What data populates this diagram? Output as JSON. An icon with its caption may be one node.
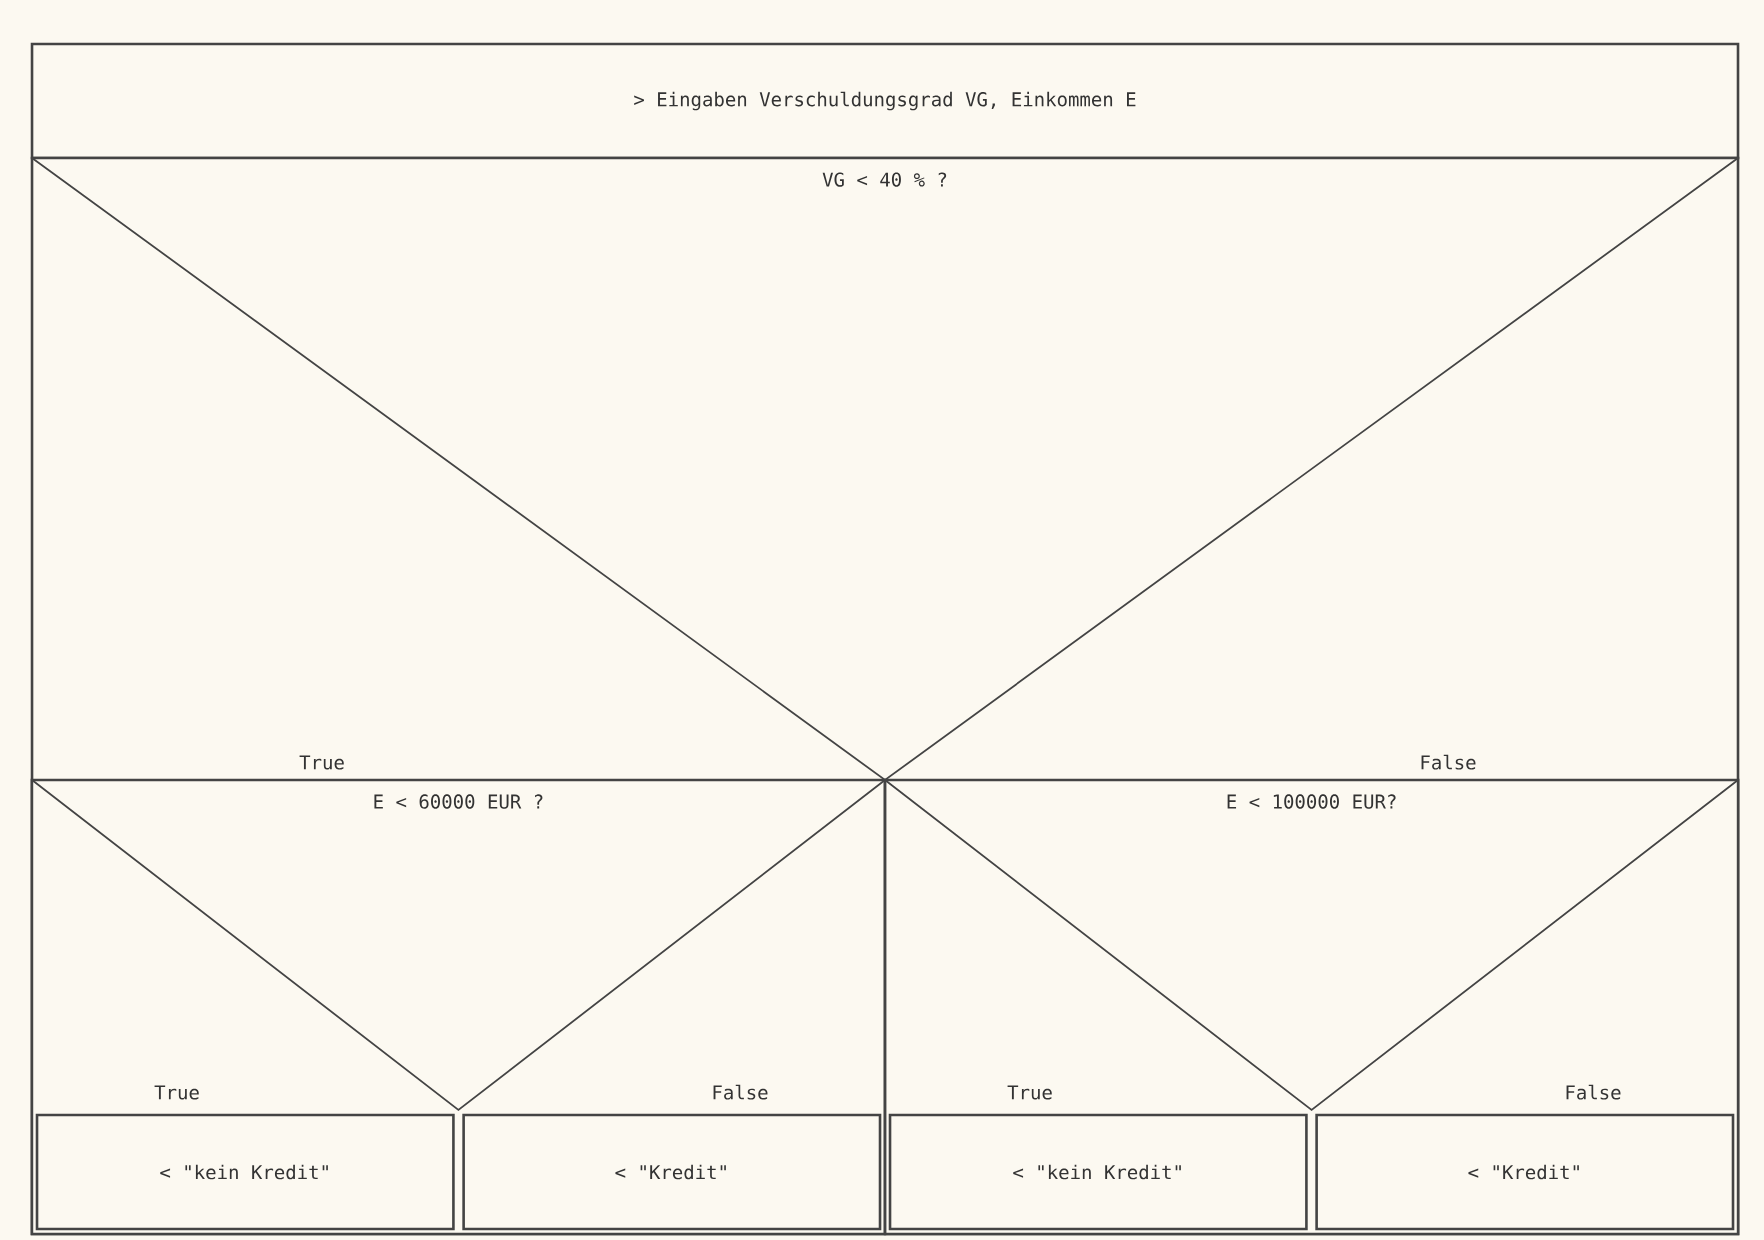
{
  "diagram": {
    "nodes": [
      {
        "text": [
          "> Eingaben Verschuldungsgrad VG, Einkommen E"
        ]
      },
      {
        "text": [
          "VG < 40 % ?",
          "True",
          "False"
        ]
      },
      {
        "text": [
          "E < 60000 EUR ?",
          "True",
          "False"
        ],
        "in": 1
      },
      {
        "text": [
          "E < 100000 EUR?",
          "True",
          "False"
        ],
        "in": 1
      },
      {
        "text": [
          "< \"kein Kredit\""
        ],
        "in": 2
      },
      {
        "text": [
          "< \"Kredit\""
        ],
        "in": 2
      },
      {
        "text": [
          "< \"kein Kredit\""
        ],
        "in": 3
      },
      {
        "text": [
          "< \"Kredit\""
        ],
        "in": 3
      }
    ]
  }
}
